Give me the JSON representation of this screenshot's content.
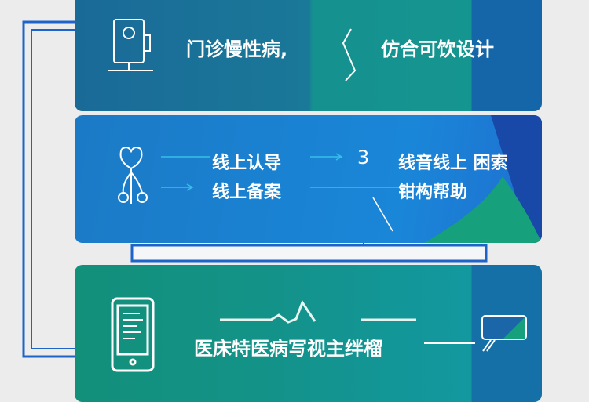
{
  "panel1": {
    "left_text": "门诊慢性病,",
    "right_text": "仿合可饮设计"
  },
  "panel2": {
    "row1": "线上认导",
    "row2": "线上备案",
    "step_number": "3",
    "right_row1": "线音线上 困索",
    "right_row2": "钳构帮助"
  },
  "panel3": {
    "caption": "医床特医病写视主绊榴"
  },
  "colors": {
    "background": "#ececec",
    "blue": "#1a7ad0",
    "teal": "#15918f",
    "green": "#13907a",
    "line": "#1e64c8"
  }
}
